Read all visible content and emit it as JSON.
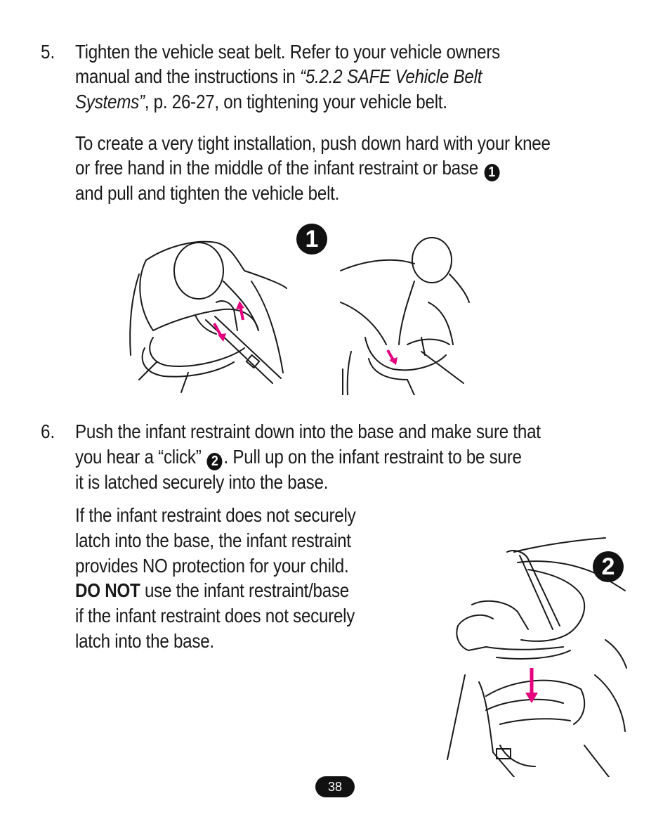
{
  "step5": {
    "number": "5.",
    "line1": "Tighten the vehicle seat belt. Refer to your vehicle owners",
    "line2_pre": "manual and the instructions in ",
    "line2_em": "“5.2.2 SAFE Vehicle Belt",
    "line3_em": "Systems”",
    "line3_post": ", p. 26-27, on tightening your vehicle belt.",
    "para2_line1": "To create a very tight installation, push down hard with your knee",
    "para2_line2": "or free hand in the middle of the infant restraint or base",
    "para2_marker": "1",
    "para2_line3": "and pull and tighten the vehicle belt.",
    "figure_marker": "1"
  },
  "step6": {
    "number": "6.",
    "line1": "Push the infant restraint down into the base and make sure that",
    "line2_pre": "you hear a “click”",
    "line2_marker": "2",
    "line2_post": ". Pull up on the infant restraint to be sure",
    "line3": "it is latched securely into the base.",
    "warn_line1": "If the infant restraint does not securely",
    "warn_line2": "latch into the base, the infant restraint",
    "warn_line3": "provides NO protection for your child.",
    "warn_line4_bold": "DO NOT",
    "warn_line4_post": " use the infant restraint/base",
    "warn_line5": "if the infant restraint does not securely",
    "warn_line6": "latch into the base.",
    "figure_marker": "2"
  },
  "page_number": "38",
  "colors": {
    "arrow": "#e6007e",
    "text": "#1a1a1a"
  }
}
